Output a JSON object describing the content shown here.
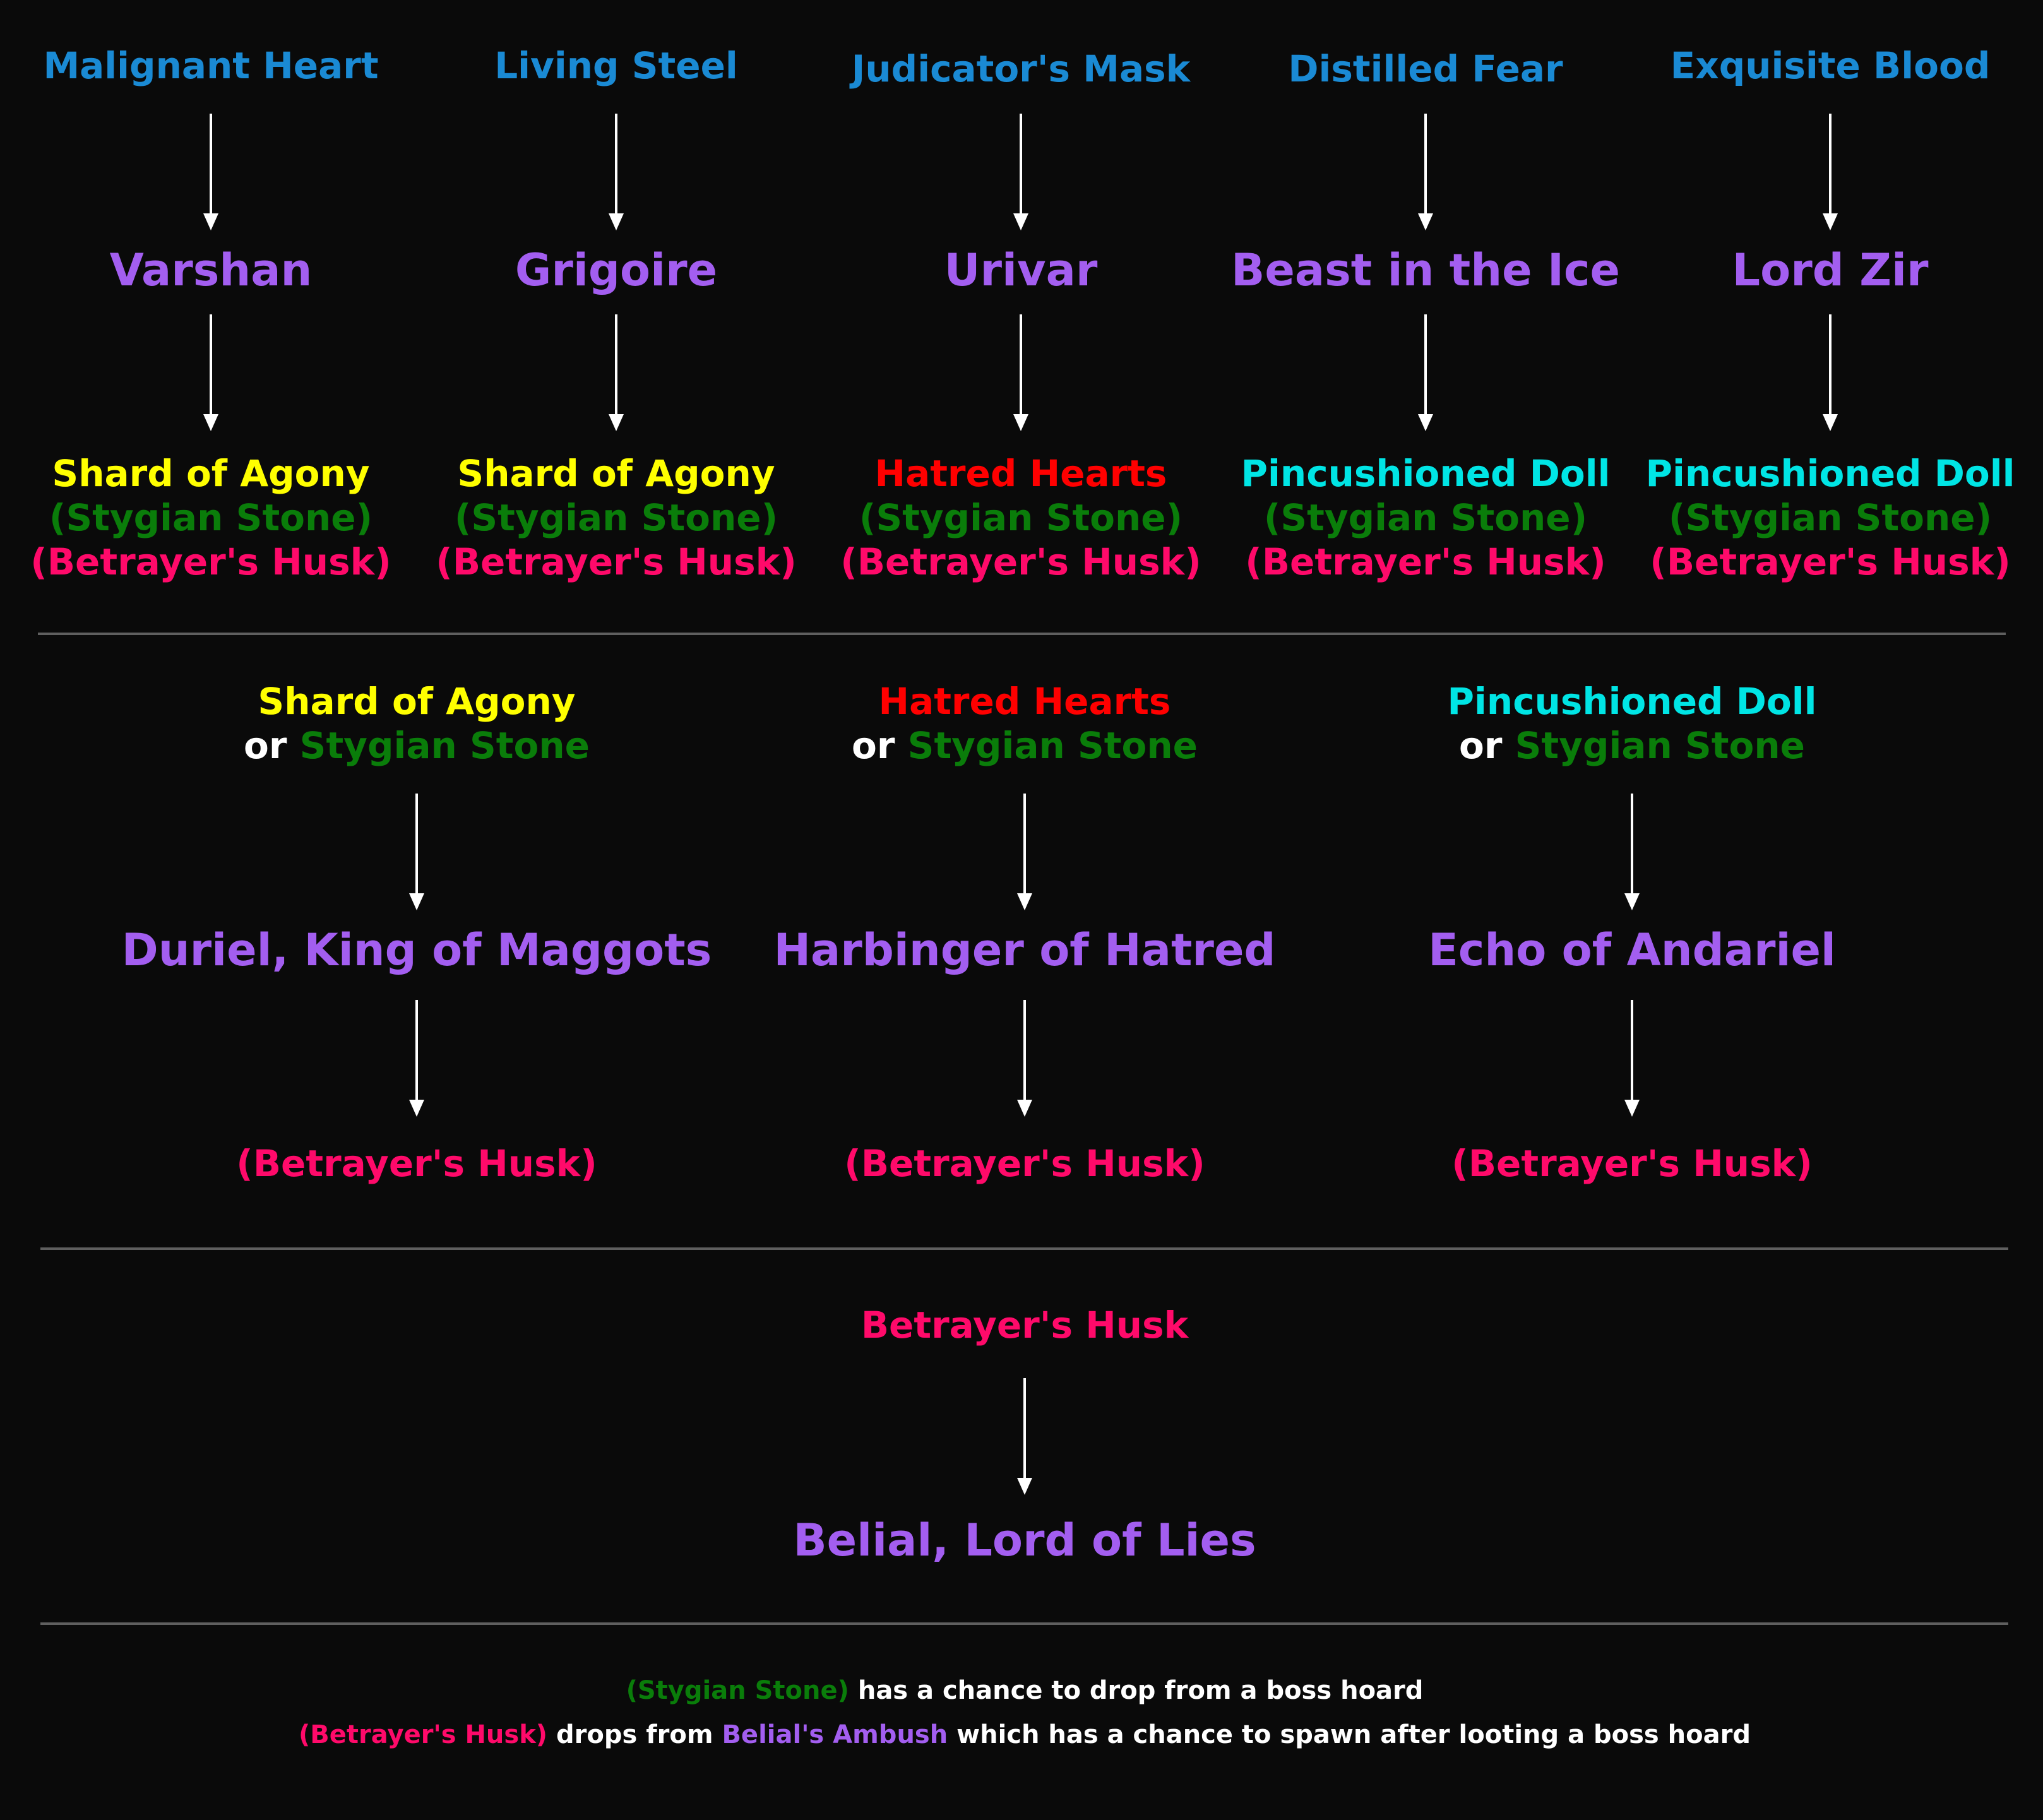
{
  "top_row": {
    "columns": [
      {
        "material": "Malignant Heart",
        "boss": "Varshan",
        "drop1": "Shard of Agony",
        "drop1_color": "#ffff00",
        "drop2": "(Stygian Stone)",
        "drop3": "(Betrayer's Husk)"
      },
      {
        "material": "Living Steel",
        "boss": "Grigoire",
        "drop1": "Shard of Agony",
        "drop1_color": "#ffff00",
        "drop2": "(Stygian Stone)",
        "drop3": "(Betrayer's Husk)"
      },
      {
        "material": "Judicator's Mask",
        "boss": "Urivar",
        "drop1": "Hatred Hearts",
        "drop1_color": "#ff0000",
        "drop2": "(Stygian Stone)",
        "drop3": "(Betrayer's Husk)"
      },
      {
        "material": "Distilled Fear",
        "boss": "Beast in the Ice",
        "drop1": "Pincushioned Doll",
        "drop1_color": "#00e5e5",
        "drop2": "(Stygian Stone)",
        "drop3": "(Betrayer's Husk)"
      },
      {
        "material": "Exquisite Blood",
        "boss": "Lord Zir",
        "drop1": "Pincushioned Doll",
        "drop1_color": "#00e5e5",
        "drop2": "(Stygian Stone)",
        "drop3": "(Betrayer's Husk)"
      }
    ]
  },
  "middle_row": {
    "columns": [
      {
        "key_item": "Shard of Agony",
        "key_color": "#ffff00",
        "or_word": "or",
        "alt_item": "Stygian Stone",
        "boss": "Duriel, King of Maggots",
        "drop": "(Betrayer's Husk)"
      },
      {
        "key_item": "Hatred Hearts",
        "key_color": "#ff0000",
        "or_word": "or",
        "alt_item": "Stygian Stone",
        "boss": "Harbinger of Hatred",
        "drop": "(Betrayer's Husk)"
      },
      {
        "key_item": "Pincushioned Doll",
        "key_color": "#00e5e5",
        "or_word": "or",
        "alt_item": "Stygian Stone",
        "boss": "Echo of Andariel",
        "drop": "(Betrayer's Husk)"
      }
    ]
  },
  "bottom_row": {
    "key_item": "Betrayer's Husk",
    "boss": "Belial, Lord of Lies"
  },
  "footnotes": {
    "line1_highlight": "(Stygian Stone)",
    "line1_rest": " has a chance to drop from a boss hoard",
    "line2_highlight": "(Betrayer's Husk)",
    "line2_mid": " drops from ",
    "line2_highlight2": "Belial's Ambush",
    "line2_rest": " which has a chance to spawn after looting a boss hoard"
  },
  "colors": {
    "background": "#0a0a0a",
    "material": "#1a8ad4",
    "boss": "#a35ef0",
    "stygian": "#0a7d0a",
    "husk": "#ff0a6a",
    "separator": "#5f5f5f",
    "arrow": "#ffffff"
  }
}
